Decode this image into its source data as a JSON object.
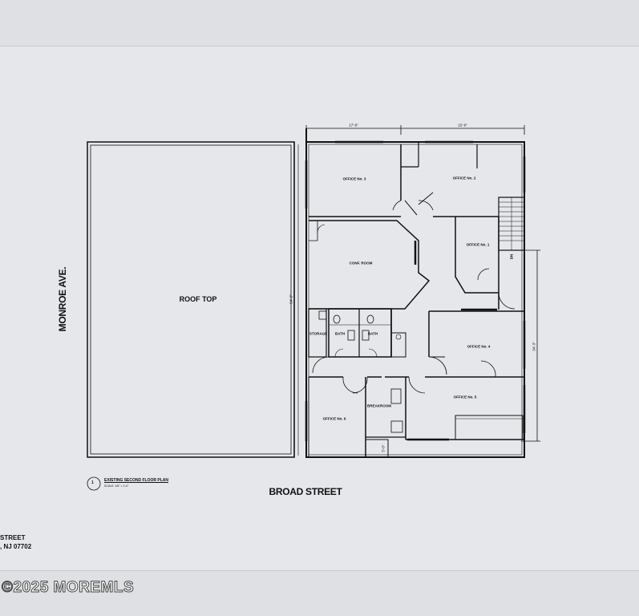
{
  "street_left": "MONROE AVE.",
  "street_bottom": "BROAD STREET",
  "roof_label": "ROOF TOP",
  "rooms": {
    "office_3": "OFFICE No. 3",
    "office_2": "OFFICE No. 2",
    "office_1": "OFFICE No. 1",
    "conference": "CONF. ROOM",
    "office_4": "OFFICE No. 4",
    "office_5": "OFFICE No. 5",
    "office_6": "OFFICE No. 6",
    "storage": "STORAGE",
    "bath_a": "BATH",
    "bath_b": "BATH",
    "breakroom": "BREAKROOM",
    "stair_up": "DN"
  },
  "dimensions": {
    "top_left": "17'-9\"",
    "top_right": "22'-9\"",
    "middle": "54'-2\"",
    "right": "34'-3\"",
    "bottom": "5'-0\""
  },
  "drawing_caption": {
    "number": "1",
    "title": "EXISTING SECOND FLOOR PLAN",
    "scale": "SCALE: 1/8\" = 1'-0\""
  },
  "address": {
    "line1": "STREET",
    "line2": ", NJ 07702"
  },
  "watermark": "©2025 MOREMLS"
}
